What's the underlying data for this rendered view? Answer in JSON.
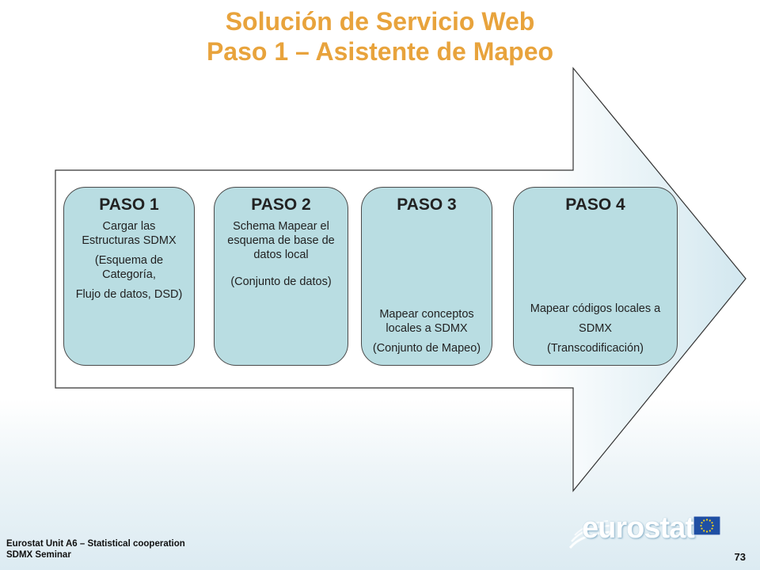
{
  "title": {
    "line1": "Solución de Servicio Web",
    "line2": "Paso 1 – Asistente de Mapeo"
  },
  "steps": [
    {
      "heading": "PASO 1",
      "lines": [
        "Cargar las Estructuras SDMX",
        "(Esquema de Categoría,",
        "Flujo de datos, DSD)"
      ]
    },
    {
      "heading": "PASO 2",
      "lines": [
        "Schema Mapear el esquema de base de datos local",
        "(Conjunto de datos)"
      ]
    },
    {
      "heading": "PASO 3",
      "lines": [
        "Mapear conceptos locales a SDMX",
        "(Conjunto de Mapeo)"
      ]
    },
    {
      "heading": "PASO 4",
      "lines": [
        "Mapear códigos locales a",
        "SDMX",
        "(Transcodificación)"
      ]
    }
  ],
  "footer": {
    "line1": "Eurostat Unit A6 – Statistical cooperation",
    "line2": "SDMX Seminar"
  },
  "page_number": "73",
  "logo": {
    "text": "eurostat"
  },
  "colors": {
    "title": "#E8A33C",
    "arrow_fill": "#dcedf3",
    "step_fill": "#b9dde2"
  }
}
